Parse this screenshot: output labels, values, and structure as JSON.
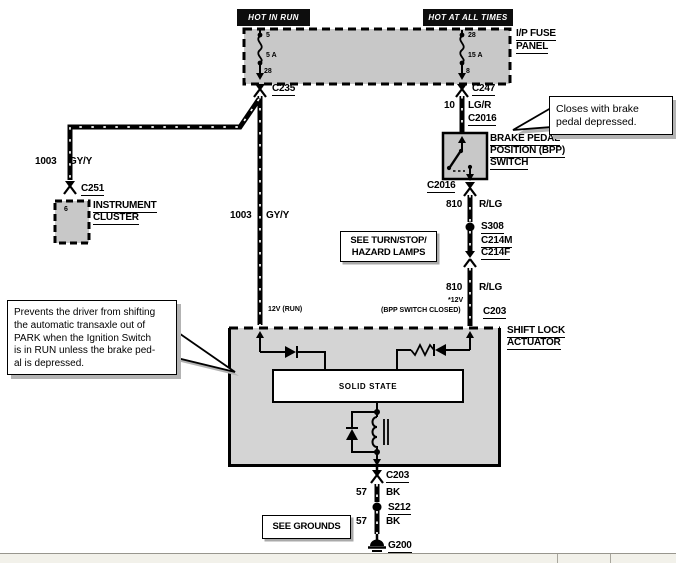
{
  "colors": {
    "wire_black": "#000000",
    "panel_gray": "#c8c8c8",
    "actuator_gray": "#d4d4d4",
    "shadow_gray": "#b3b3b3",
    "statusbar_bg": "#f2f1ea"
  },
  "power": {
    "hot_in_run": "HOT IN RUN",
    "hot_at_all_times": "HOT AT ALL TIMES"
  },
  "fuse_panel": {
    "name_line1": "I/P FUSE",
    "name_line2": "PANEL",
    "left_fuse": {
      "pin_top": "5",
      "rating": "5 A",
      "pin_bottom": "28",
      "connector": "C235"
    },
    "right_fuse": {
      "pin_top": "28",
      "rating": "15 A",
      "pin_bottom": "8",
      "connector": "C247"
    }
  },
  "right_branch": {
    "wire_fuse_to_bpp": {
      "circuit": "10",
      "color": "LG/R"
    },
    "connector_above_bpp": "C2016",
    "bpp_switch": {
      "label_line1": "BRAKE PEDAL",
      "label_line2": "POSITION (BPP)",
      "label_line3": "SWITCH"
    },
    "connector_below_bpp": "C2016",
    "wire_upper": {
      "circuit": "810",
      "color": "R/LG"
    },
    "splice": "S308",
    "see_note": {
      "line1": "SEE TURN/STOP/",
      "line2": "HAZARD LAMPS"
    },
    "inline_connector": {
      "male": "C214M",
      "female": "C214F"
    },
    "wire_lower": {
      "circuit": "810",
      "color": "R/LG"
    },
    "note_voltage": "*12V",
    "note_condition": "(BPP SWITCH CLOSED)",
    "connector_into_actuator": "C203",
    "callout": "Closes with brake\npedal depressed."
  },
  "left_branch": {
    "wire": {
      "circuit": "1003",
      "color": "GY/Y"
    },
    "connector": "C251",
    "cluster": {
      "label_line1": "INSTRUMENT",
      "label_line2": "CLUSTER",
      "pin": "6"
    }
  },
  "center_branch": {
    "wire": {
      "circuit": "1003",
      "color": "GY/Y"
    },
    "note": "12V (RUN)"
  },
  "actuator": {
    "label_line1": "SHIFT LOCK",
    "label_line2": "ACTUATOR",
    "solid_state": "SOLID STATE",
    "callout": "Prevents the driver from shifting\nthe automatic transaxle out of\nPARK when the Ignition Switch\nis in RUN unless the brake ped-\nal is depressed."
  },
  "ground_branch": {
    "connector": "C203",
    "wire_upper": {
      "circuit": "57",
      "color": "BK"
    },
    "splice": "S212",
    "wire_lower": {
      "circuit": "57",
      "color": "BK"
    },
    "ground": "G200",
    "see_note": "SEE GROUNDS"
  }
}
